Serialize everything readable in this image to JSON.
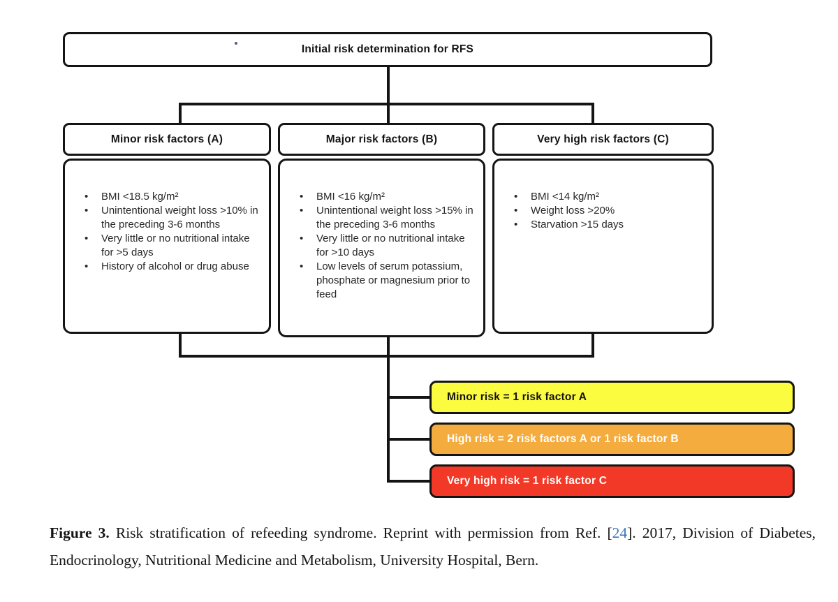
{
  "diagram": {
    "root": {
      "title": "Initial risk determination for RFS"
    },
    "columns": [
      {
        "header": "Minor risk factors (A)",
        "items": [
          "BMI <18.5 kg/m²",
          "Unintentional weight loss >10% in the preceding 3-6 months",
          "Very little or no nutritional intake for >5 days",
          "History of alcohol or drug abuse"
        ]
      },
      {
        "header": "Major risk factors (B)",
        "items": [
          "BMI <16 kg/m²",
          "Unintentional weight loss >15% in the preceding 3-6 months",
          "Very little or no nutritional intake for >10 days",
          "Low levels of serum potassium, phosphate or magnesium prior to feed"
        ]
      },
      {
        "header": "Very high risk factors (C)",
        "items": [
          "BMI <14 kg/m²",
          "Weight loss >20%",
          "Starvation >15 days"
        ]
      }
    ],
    "outcomes": [
      {
        "label": "Minor risk = 1 risk factor A",
        "bg": "#FBFB3F",
        "text_color": "#141414"
      },
      {
        "label": "High risk = 2 risk factors A or 1 risk factor B",
        "bg": "#F5AC3E",
        "text_color": "#FFFFFF"
      },
      {
        "label": "Very high risk = 1 risk factor C",
        "bg": "#F23928",
        "text_color": "#FFFFFF"
      }
    ],
    "line_color": "#141414"
  },
  "caption": {
    "fig_label": "Figure 3.",
    "before_ref": " Risk stratification of refeeding syndrome. Reprint with permission from Ref. [",
    "ref": "24",
    "after_ref": "]. 2017, Division of Diabetes, Endocrinology, Nutritional Medicine and Metabolism, University Hospital, Bern.",
    "ref_color": "#3C79B8"
  }
}
